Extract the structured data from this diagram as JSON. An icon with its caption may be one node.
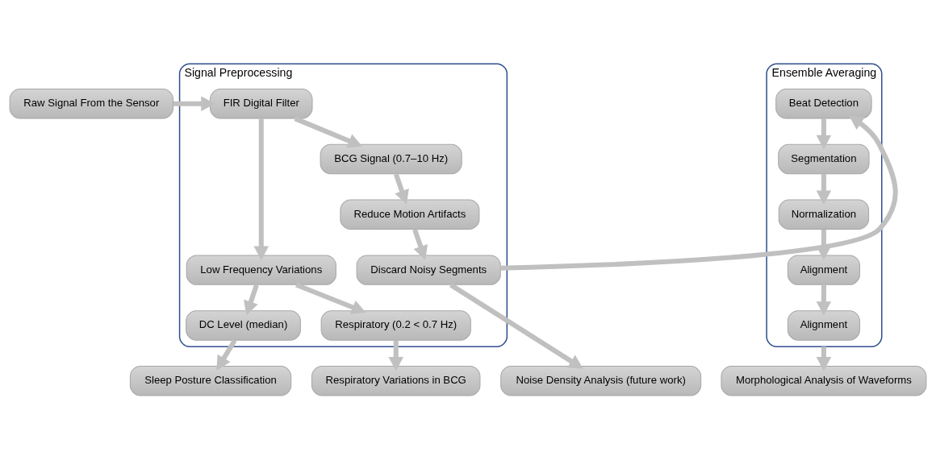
{
  "diagram": {
    "nodes": [
      {
        "text": [
          "Raw Signal From the Sensor"
        ]
      },
      {
        "text": [
          "Signal Preprocessing"
        ]
      },
      {
        "text": [
          "FIR Digital Filter"
        ],
        "in": 1
      },
      {
        "text": [
          "Low Frequency Variations"
        ],
        "in": 1
      },
      {
        "text": [
          "BCG Signal (0.7–10 Hz)"
        ],
        "in": 1
      },
      {
        "text": [
          "DC Level (median)"
        ],
        "in": 1
      },
      {
        "text": [
          "Respiratory (0.2 < 0.7 Hz)"
        ],
        "in": 1
      },
      {
        "text": [
          "Reduce Motion Artifacts"
        ],
        "in": 1
      },
      {
        "text": [
          "Discard Noisy Segments"
        ],
        "in": 1
      },
      {
        "text": [
          "Ensemble Averaging"
        ]
      },
      {
        "text": [
          "Beat Detection"
        ],
        "in": 9
      },
      {
        "text": [
          "Segmentation"
        ],
        "in": 9
      },
      {
        "text": [
          "Normalization"
        ],
        "in": 9
      },
      {
        "text": [
          "Alignment"
        ],
        "in": 9
      },
      {
        "text": [
          "Alignment"
        ],
        "in": 9
      },
      {
        "text": [
          "Sleep Posture Classification"
        ]
      },
      {
        "text": [
          "Respiratory Variations in BCG"
        ]
      },
      {
        "text": [
          "Noise Density Analysis (future work)"
        ]
      },
      {
        "text": [
          "Morphological Analysis of Waveforms"
        ]
      }
    ],
    "edges": [
      {
        "from": 0,
        "to": 2,
        "arrow": "to"
      },
      {
        "from": 2,
        "to": 3,
        "arrow": "to"
      },
      {
        "from": 2,
        "to": 4,
        "arrow": "to"
      },
      {
        "from": 3,
        "to": 5,
        "arrow": "to"
      },
      {
        "from": 3,
        "to": 6,
        "arrow": "to"
      },
      {
        "from": 4,
        "to": 7,
        "arrow": "to"
      },
      {
        "from": 7,
        "to": 8,
        "arrow": "to"
      },
      {
        "from": 8,
        "to": 10,
        "arrow": "to"
      },
      {
        "from": 10,
        "to": 11,
        "arrow": "to"
      },
      {
        "from": 11,
        "to": 12,
        "arrow": "to"
      },
      {
        "from": 12,
        "to": 13,
        "arrow": "to"
      },
      {
        "from": 13,
        "to": 14,
        "arrow": "to"
      },
      {
        "from": 5,
        "to": 15,
        "arrow": "to"
      },
      {
        "from": 6,
        "to": 16,
        "arrow": "to"
      },
      {
        "from": 8,
        "to": 17,
        "arrow": "to"
      },
      {
        "from": 9,
        "to": 18,
        "arrow": "to"
      }
    ]
  }
}
